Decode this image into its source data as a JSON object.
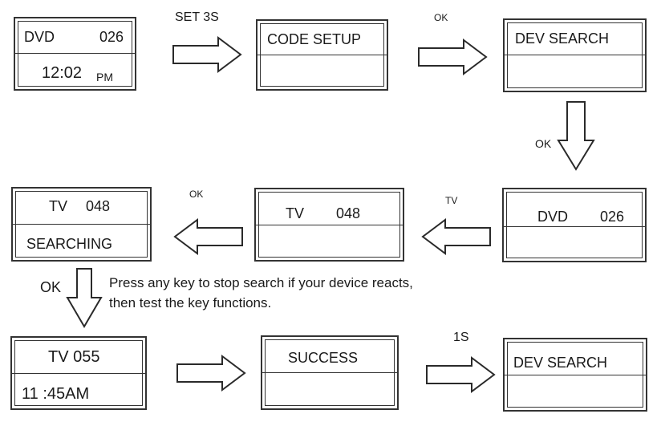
{
  "screens": {
    "s1": {
      "line1_left": "DVD",
      "line1_right": "026",
      "time": "12:02",
      "ampm": "PM"
    },
    "s2": {
      "line1": "CODE SETUP",
      "line2": ""
    },
    "s3": {
      "line1": "DEV SEARCH",
      "line2": ""
    },
    "s4": {
      "line1_left": "DVD",
      "line1_right": "026",
      "line2": ""
    },
    "s5": {
      "line1_left": "TV",
      "line1_right": "048",
      "line2": ""
    },
    "s6": {
      "line1_left": "TV",
      "line1_right": "048",
      "line2": "SEARCHING"
    },
    "s7": {
      "line1": "TV 055",
      "line2": "11 :45AM"
    },
    "s8": {
      "line1": "SUCCESS",
      "line2": ""
    },
    "s9": {
      "line1": "DEV SEARCH",
      "line2": ""
    }
  },
  "labels": {
    "set3s": "SET 3S",
    "ok1": "OK",
    "ok_down": "OK",
    "tv": "TV",
    "ok_left": "OK",
    "ok_down2": "OK",
    "onesec": "1S"
  },
  "note": {
    "line1": "Press any key to stop search if your device reacts,",
    "line2": "then test the key functions."
  }
}
